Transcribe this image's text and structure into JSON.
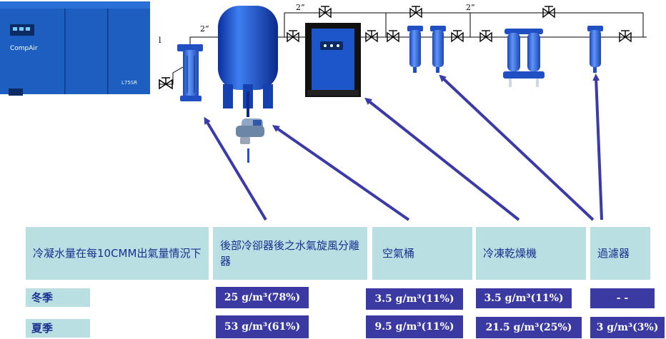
{
  "diagram": {
    "pipe_size_labels": [
      "2”",
      "2”",
      "2”"
    ],
    "stray_label": "l",
    "compressor_brand": "CompAir",
    "compressor_model": "L75SR"
  },
  "table": {
    "header_label": "冷凝水量在每10CMM出氣量情況下",
    "columns": [
      "後部冷卻器後之水氣旋風分離器",
      "空氣桶",
      "冷凍乾燥機",
      "過濾器"
    ],
    "rows": [
      {
        "label": "冬季",
        "values": [
          "25 g/m³(78%)",
          "3.5 g/m³(11%)",
          "3.5 g/m³(11%)",
          "- -"
        ]
      },
      {
        "label": "夏季",
        "values": [
          "53 g/m³(61%)",
          "9.5 g/m³(11%)",
          "21.5 g/m³(25%)",
          "3 g/m³(3%)"
        ]
      }
    ]
  },
  "colors": {
    "equipment_blue": "#1d56c8",
    "arrow_blue": "#3a3aa8",
    "cell_light": "#b9dfe3",
    "cell_dark": "#3b3aa3"
  }
}
